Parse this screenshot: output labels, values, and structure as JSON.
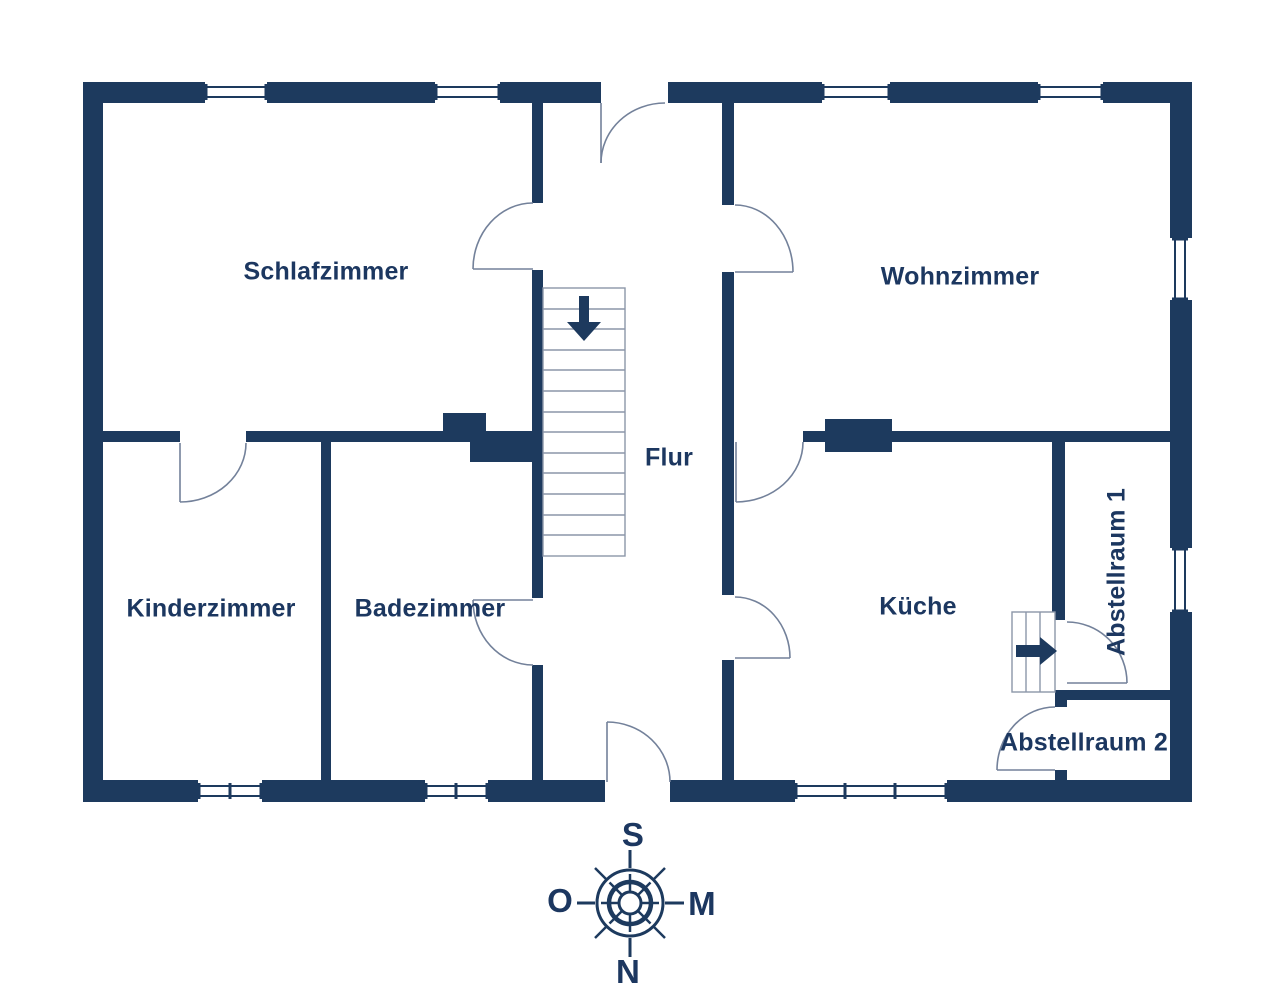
{
  "rooms": {
    "schlafzimmer": {
      "label": "Schlafzimmer"
    },
    "wohnzimmer": {
      "label": "Wohnzimmer"
    },
    "kinderzimmer": {
      "label": "Kinderzimmer"
    },
    "badezimmer": {
      "label": "Badezimmer"
    },
    "flur": {
      "label": "Flur"
    },
    "kueche": {
      "label": "Küche"
    },
    "abstellraum1": {
      "label": "Abstellraum 1"
    },
    "abstellraum2": {
      "label": "Abstellraum 2"
    }
  },
  "compass": {
    "top": "S",
    "bottom": "N",
    "left": "O",
    "right": "M"
  },
  "icons": {
    "stairs_down_arrow": "arrow-down",
    "entry_arrow": "arrow-right",
    "compass_rose": "compass-rose"
  },
  "colors": {
    "wall": "#1d3a5e",
    "door_line": "#73819a",
    "stair_line": "#8c96a9",
    "text": "#1c3760",
    "background": "#ffffff"
  }
}
